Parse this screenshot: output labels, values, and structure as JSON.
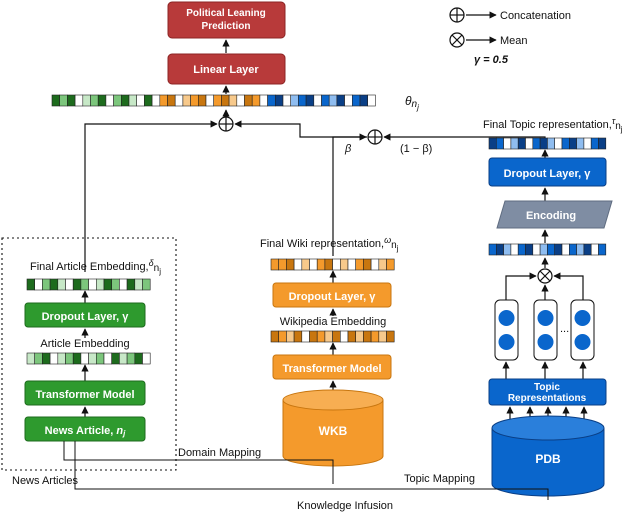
{
  "colors": {
    "red": "#b83a3a",
    "red_dark": "#8c2424",
    "green": "#2e9a2e",
    "green_dark": "#1d6b1d",
    "orange": "#f49a2c",
    "orange_dark": "#c8760f",
    "blue": "#0a66cc",
    "blue_dark": "#0a3f86",
    "gray": "#7f8da3",
    "line": "#111111"
  },
  "legend": {
    "concat_label": "Concatenation",
    "mean_label": "Mean",
    "gamma_label": "γ  = 0.5"
  },
  "top": {
    "prediction_label_line1": "Political Leaning",
    "prediction_label_line2": "Prediction",
    "linear_label": "Linear Layer",
    "theta_label": "θ",
    "theta_sub": "n",
    "theta_subsub": "j"
  },
  "combine": {
    "beta": "β",
    "one_minus_beta": "(1 − β)"
  },
  "article": {
    "final_label": "Final Article Embedding,",
    "final_sup": "δ",
    "final_sub": "n",
    "final_subsub": "j",
    "dropout_label": "Dropout Layer, γ",
    "embedding_label": "Article Embedding",
    "transformer_label": "Transformer Model",
    "news_label": "News Article,",
    "news_var": "n",
    "news_var_sub": "j",
    "group_label": "News Articles"
  },
  "wiki": {
    "final_label": "Final Wiki representation,",
    "final_sup": "ω",
    "final_sub": "n",
    "final_subsub": "j",
    "dropout_label": "Dropout Layer, γ",
    "embedding_label": "Wikipedia Embedding",
    "transformer_label": "Transformer Model",
    "kb_label": "WKB"
  },
  "topic": {
    "final_label": "Final Topic representation,",
    "final_sup": "τ",
    "final_sub": "n",
    "final_subsub": "j",
    "dropout_label": "Dropout Layer, γ",
    "encoding_label": "Encoding",
    "ellipsis": "...",
    "representations_line1": "Topic",
    "representations_line2": "Representations",
    "db_label": "PDB"
  },
  "mappings": {
    "domain": "Domain Mapping",
    "topic": "Topic Mapping",
    "knowledge": "Knowledge Infusion"
  }
}
